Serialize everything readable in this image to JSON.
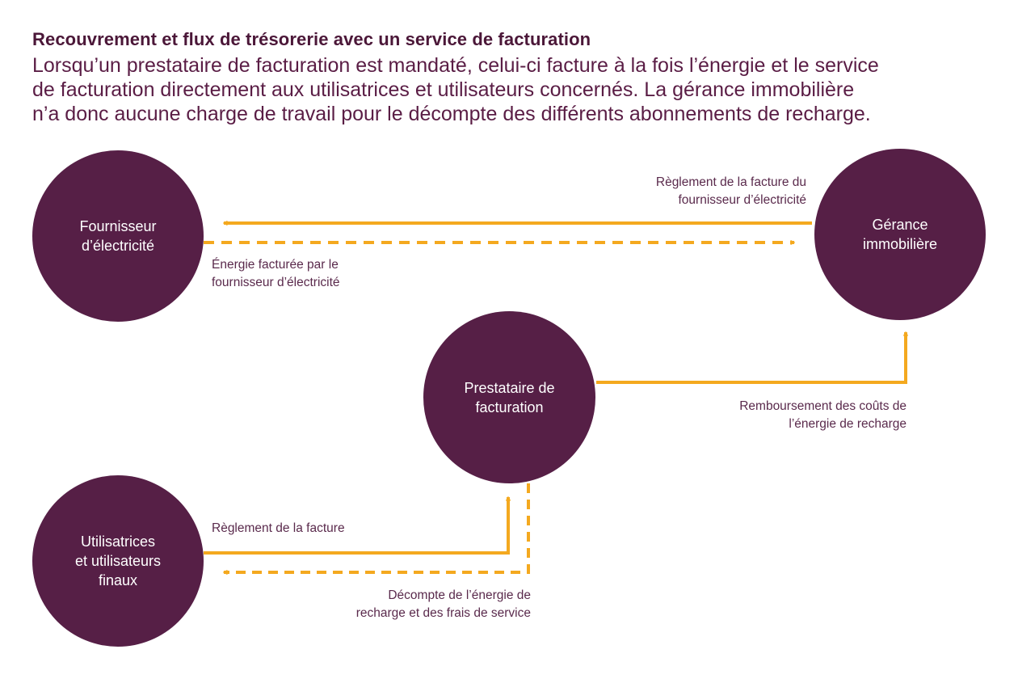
{
  "header": {
    "title": "Recouvrement et flux de trésorerie avec un service de facturation",
    "intro_lines": [
      "Lorsqu’un prestataire de facturation est mandaté, celui-ci facture à la fois l’énergie et le service",
      "de facturation directement aux utilisatrices et utilisateurs concernés. La gérance immobilière",
      "n’a donc aucune charge de travail pour le décompte des différents abonnements de recharge."
    ]
  },
  "nodes": {
    "fournisseur": [
      "Fournisseur",
      "d’électricité"
    ],
    "gerance": [
      "Gérance",
      "immobilière"
    ],
    "prestataire": [
      "Prestataire de",
      "facturation"
    ],
    "utilisateurs": [
      "Utilisatrices",
      "et utilisateurs",
      "finaux"
    ]
  },
  "flows": {
    "reglement_fournisseur": [
      "Règlement de la facture du",
      "fournisseur d’électricité"
    ],
    "energie_facturee": [
      "Énergie facturée par le",
      "fournisseur d’électricité"
    ],
    "remboursement": [
      "Remboursement des coûts de",
      "l’énergie de recharge"
    ],
    "reglement_facture": [
      "Règlement de la facture"
    ],
    "decompte": [
      "Décompte de l’énergie de",
      "recharge et des frais de service"
    ]
  },
  "colors": {
    "node_fill": "#561f46",
    "arrow": "#f4a91f",
    "title": "#4b1738"
  }
}
